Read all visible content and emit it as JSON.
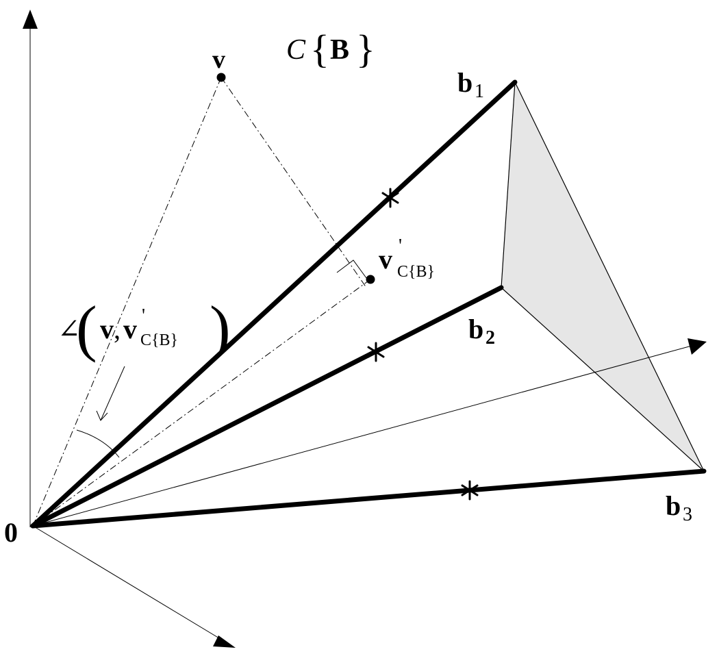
{
  "labels": {
    "origin": "0",
    "cone_script": "C",
    "cone_lbrace": "{",
    "cone_set": "B",
    "cone_rbrace": "}",
    "vector_v": "v",
    "b1_base": "b",
    "b1_sub": "1",
    "b2_base": "b",
    "b2_sub": "2",
    "b3_base": "b",
    "b3_sub": "3",
    "proj_base": "v",
    "proj_prime": "'",
    "proj_sub": "C{B}",
    "angle_symbol": "∠",
    "angle_lparen": "(",
    "angle_v": "v",
    "angle_comma": ",",
    "angle_proj": "v",
    "angle_prime": "'",
    "angle_sub": "C{B}",
    "angle_rparen": ")"
  },
  "colors": {
    "ink": "#000000",
    "face_fill": "#e6e6e6",
    "background": "#ffffff"
  }
}
